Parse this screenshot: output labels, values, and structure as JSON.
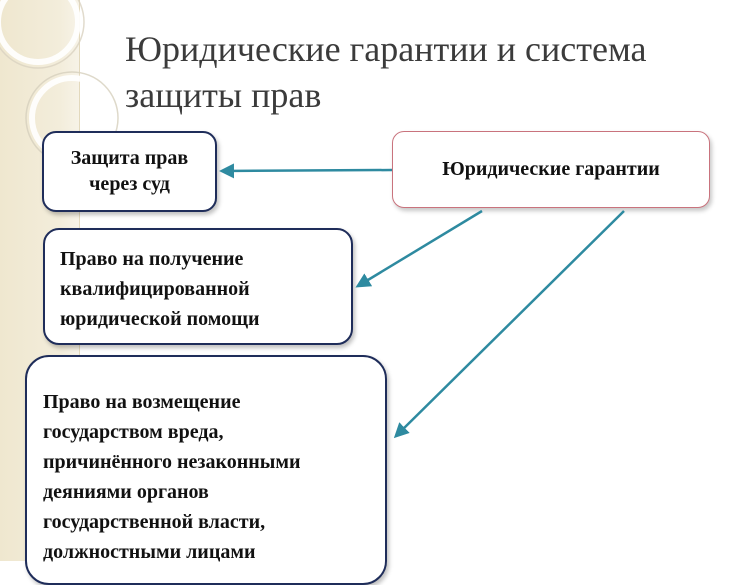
{
  "title_lines": [
    "Юридические гарантии и система",
    "защиты  прав"
  ],
  "nodes": {
    "guarantees": "Юридические гарантии",
    "court_lines": [
      "Защита прав",
      "через суд"
    ],
    "legal_help_lines": [
      "Право на получение",
      "квалифицированной",
      "юридической помощи"
    ],
    "compensation_lines": [
      "Право на возмещение",
      "государством вреда,",
      "причинённого незаконными",
      "деяниями органов",
      "государственной власти,",
      "должностными лицами"
    ]
  },
  "colors": {
    "arrow": "#2e8aa0",
    "box_border": "#1f2d5a",
    "guarantees_border": "#c9737d",
    "sidebar": "#efe7cf"
  }
}
